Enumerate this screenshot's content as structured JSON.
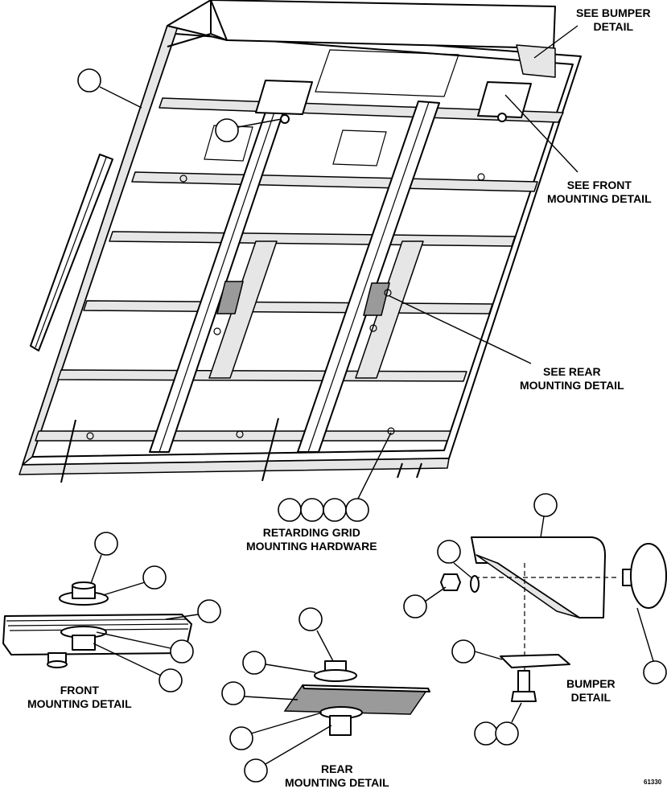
{
  "labels": {
    "see_bumper_1": "SEE BUMPER",
    "see_bumper_2": "DETAIL",
    "see_front_1": "SEE FRONT",
    "see_front_2": "MOUNTING DETAIL",
    "see_rear_1": "SEE REAR",
    "see_rear_2": "MOUNTING DETAIL",
    "hardware_1": "RETARDING GRID",
    "hardware_2": "MOUNTING HARDWARE",
    "front_1": "FRONT",
    "front_2": "MOUNTING DETAIL",
    "rear_1": "REAR",
    "rear_2": "MOUNTING DETAIL",
    "bumper_1": "BUMPER",
    "bumper_2": "DETAIL"
  },
  "figure_number": "61330"
}
